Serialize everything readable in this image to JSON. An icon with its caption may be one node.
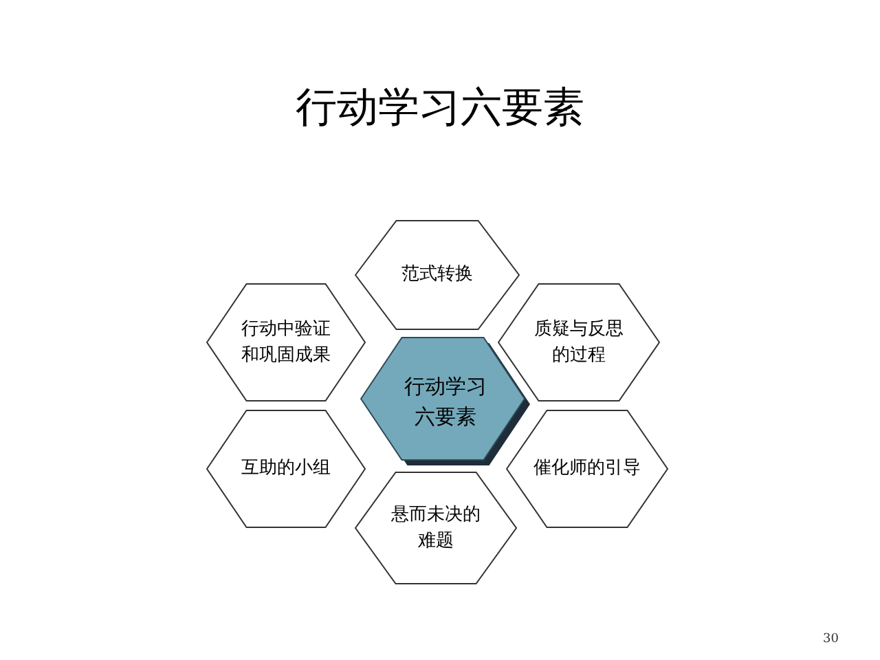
{
  "diagram": {
    "title": "行动学习六要素",
    "nodes": [
      {
        "text": [
          "范式转换"
        ]
      },
      {
        "text": [
          "行动中验证和巩固成果"
        ]
      },
      {
        "text": [
          "质疑与反思的过程"
        ]
      },
      {
        "text": [
          "行动学习六要素"
        ]
      },
      {
        "text": [
          "互助的小组"
        ]
      },
      {
        "text": [
          "催化师的引导"
        ]
      },
      {
        "text": [
          "悬而未决的难题"
        ]
      }
    ],
    "labels": [
      "30"
    ]
  }
}
